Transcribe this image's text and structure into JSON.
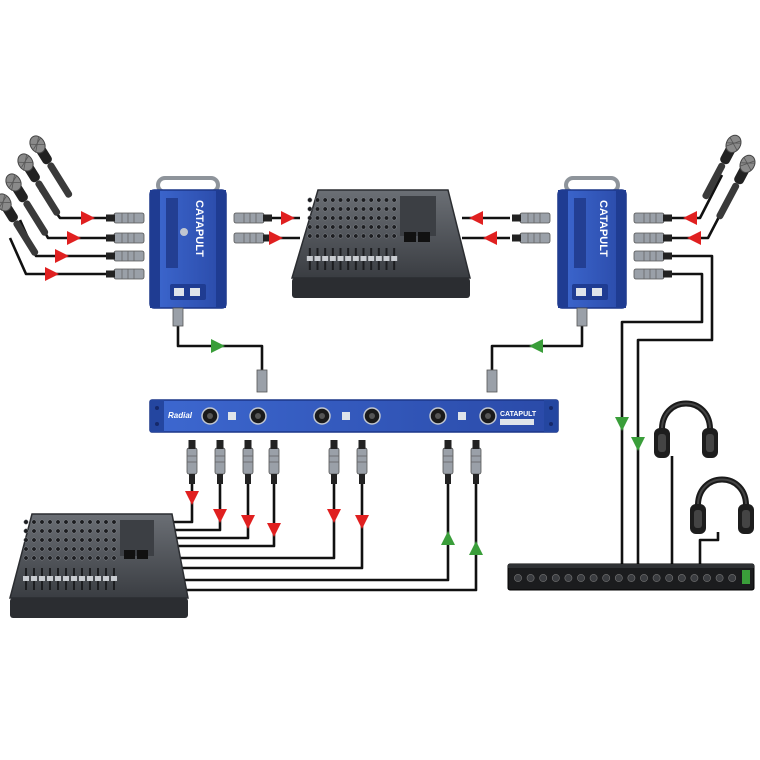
{
  "labels": {
    "snake_left_model": "CATAPULT",
    "snake_right_model": "CATAPULT",
    "rack_brand": "Radial",
    "rack_model": "CATAPULT"
  },
  "colors": {
    "background": "#ffffff",
    "device_blue": "#2f56b8",
    "device_blue_dark": "#1c3688",
    "cable": "#111111",
    "arrow_send": "#e02020",
    "arrow_return": "#3a9e3a",
    "mixer_body": "#4a4d52",
    "mixer_dark": "#2b2d31",
    "mixer_panel": "#6a6e74",
    "headphone_amp": "#1b1c1e"
  },
  "icons": {
    "microphone": "microphone-icon",
    "headphones": "headphones-icon",
    "send_arrow": "signal-arrow-icon",
    "return_arrow": "signal-arrow-icon"
  }
}
